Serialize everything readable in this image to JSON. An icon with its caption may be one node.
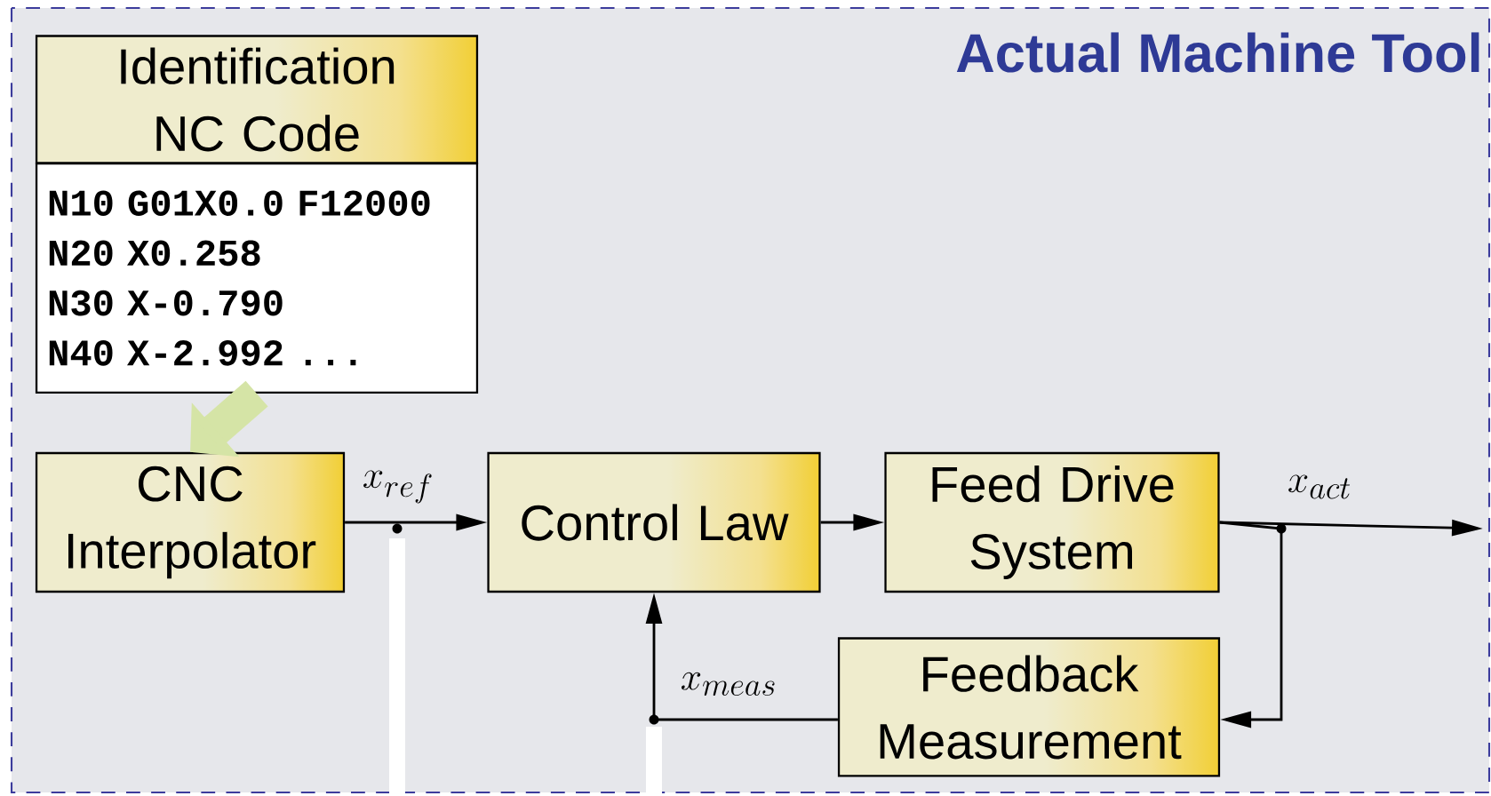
{
  "diagram": {
    "title": "Actual Machine Tool",
    "nodes": [
      {
        "text": [
          "Identification NC Code"
        ]
      },
      {
        "text": [
          "N10 G01X0.0 F12000",
          "N20 X0.258",
          "N30 X-0.790",
          "N40 X-2.992 ..."
        ]
      },
      {
        "text": [
          "CNC Interpolator"
        ]
      },
      {
        "text": [
          "Control Law"
        ]
      },
      {
        "text": [
          "Feed Drive System"
        ]
      },
      {
        "text": [
          "Feedback Measurement"
        ]
      }
    ],
    "edges": [
      {
        "from": 1,
        "to": 2,
        "arrow": "to",
        "style": "thick",
        "color": "#d5e4a6"
      },
      {
        "from": 2,
        "to": 3,
        "arrow": "to",
        "label": "x_{ref}"
      },
      {
        "from": 3,
        "to": 4,
        "arrow": "to"
      },
      {
        "from": 4,
        "to": null,
        "arrow": "to",
        "label": "x_{act}"
      },
      {
        "from": 4,
        "to": 5,
        "arrow": "to"
      },
      {
        "from": 5,
        "to": 3,
        "arrow": "to",
        "label": "x_{meas}"
      }
    ]
  }
}
